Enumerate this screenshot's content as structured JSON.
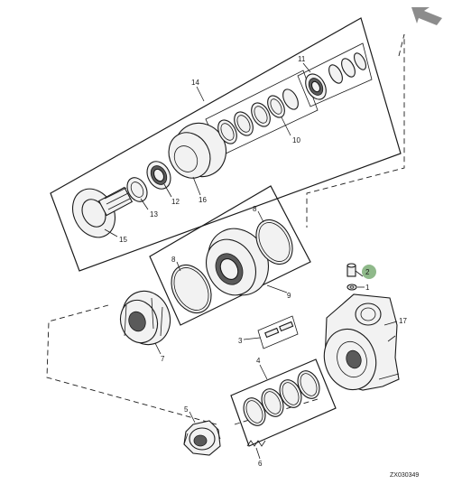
{
  "callouts": [
    "14",
    "11",
    "10",
    "12",
    "13",
    "15",
    "16",
    "8",
    "8",
    "9",
    "2",
    "1",
    "17",
    "7",
    "3",
    "4",
    "5",
    "6"
  ],
  "highlighted_callout": "2",
  "highlight_color": "#8fb98a",
  "reference_code": "ZX030349",
  "nav_icon": "return-arrow-icon",
  "nav_icon_color": "#8c8c8c"
}
